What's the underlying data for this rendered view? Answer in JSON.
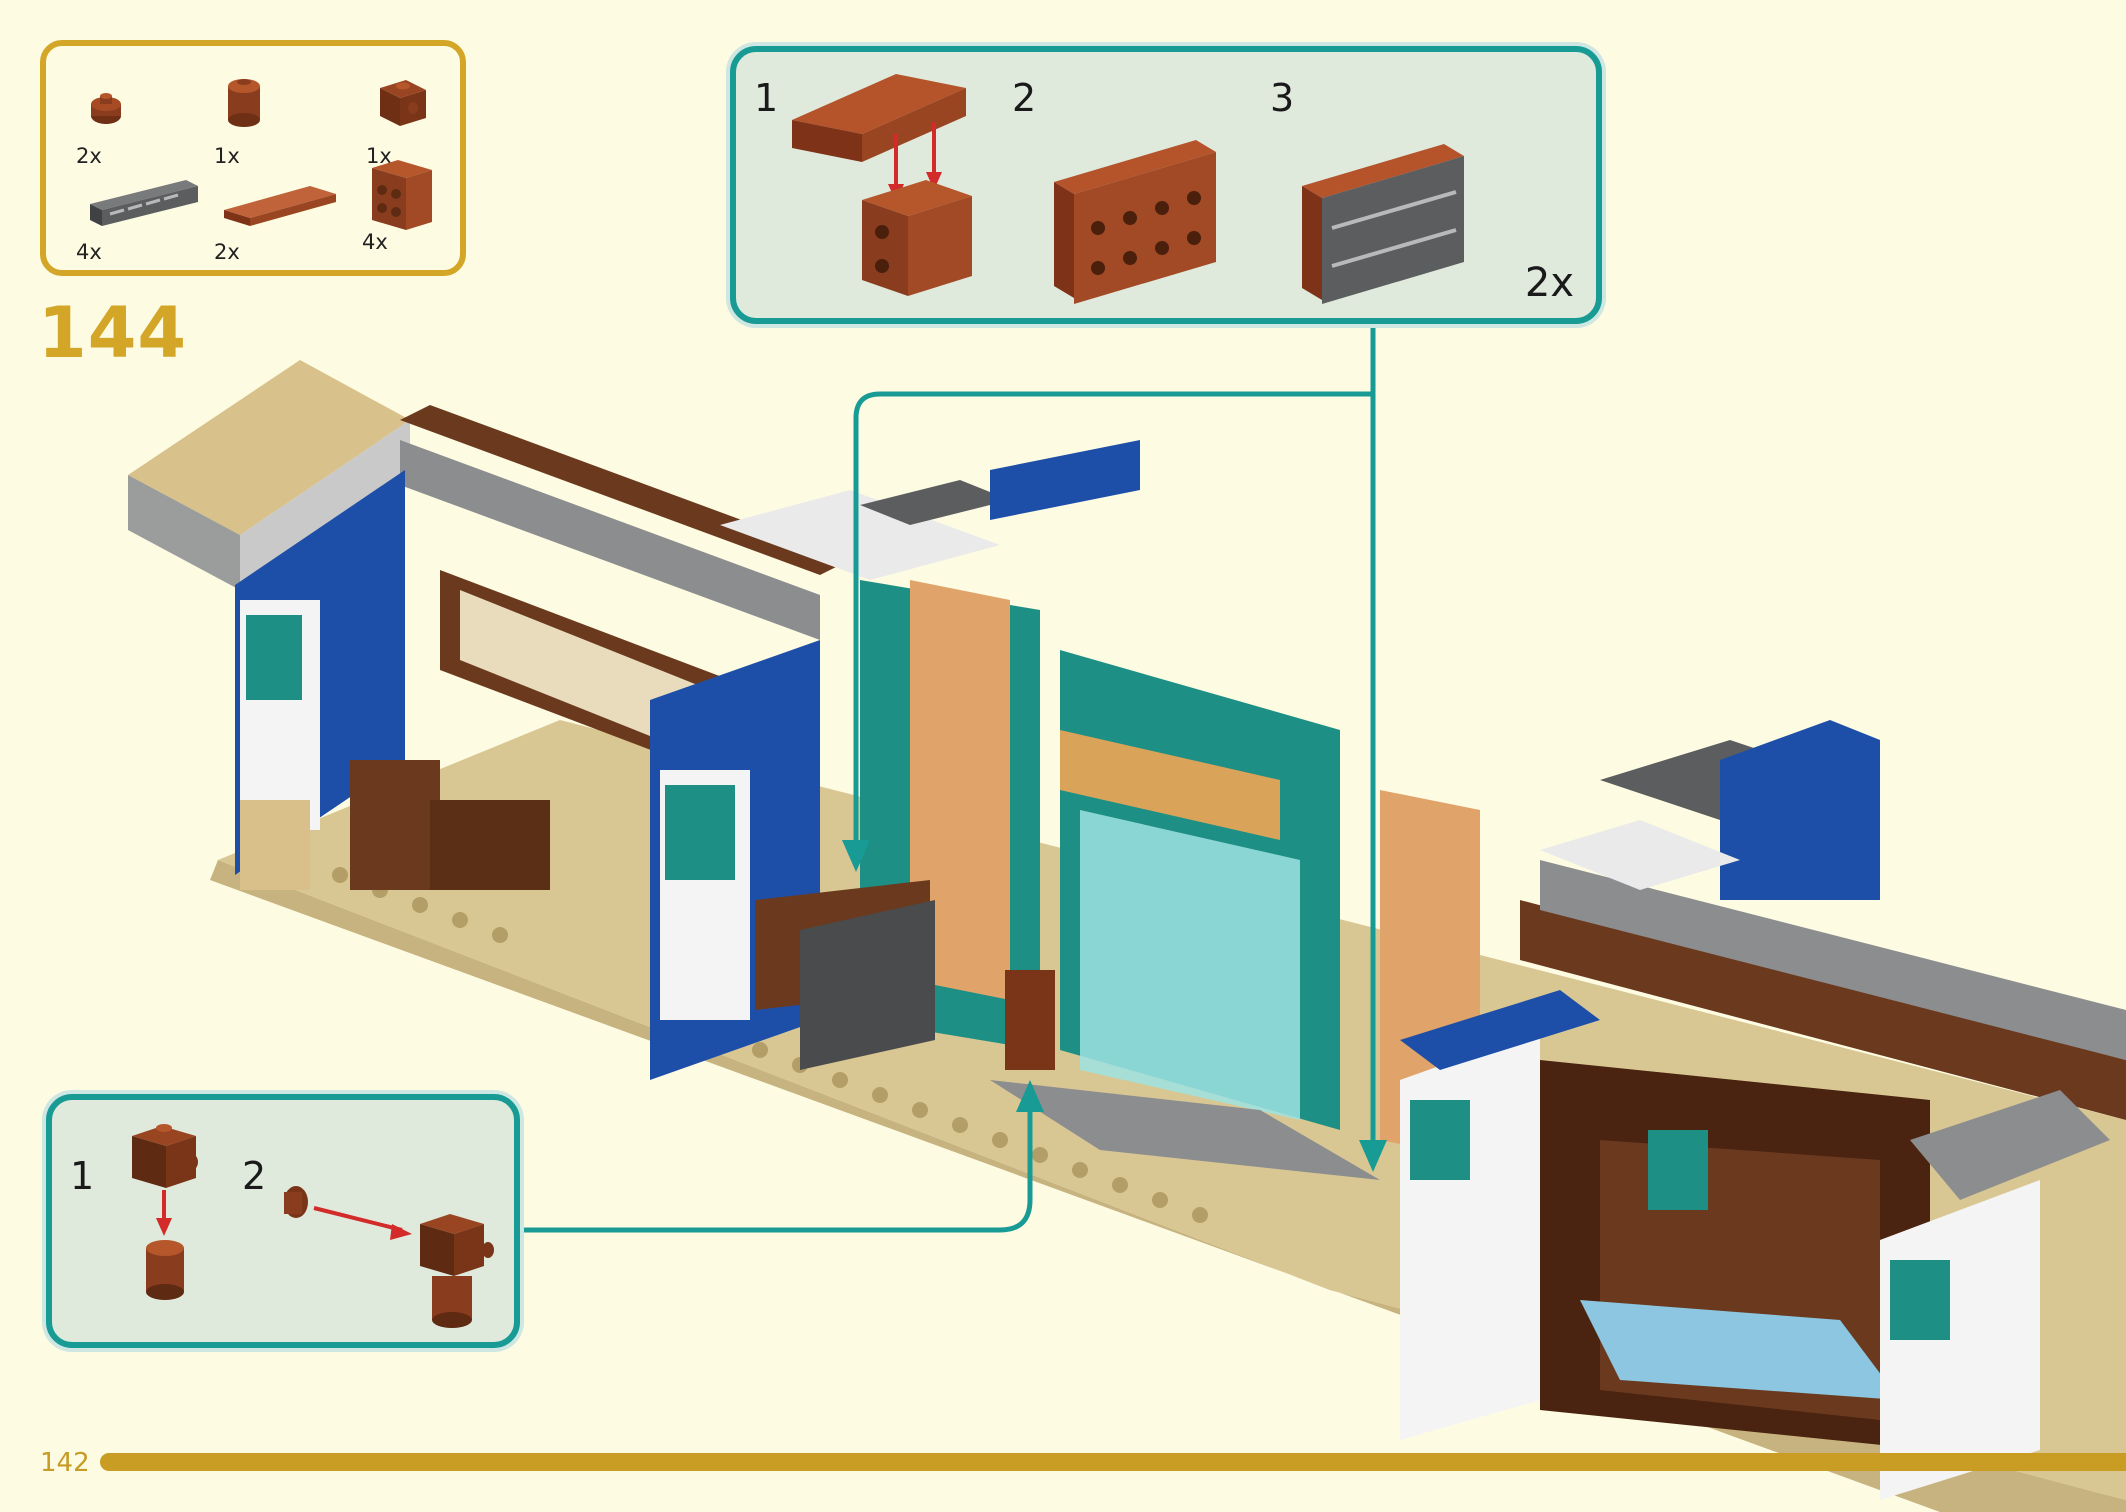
{
  "step": {
    "number": "144"
  },
  "page": {
    "number": "142"
  },
  "parts_list": {
    "items": [
      {
        "name": "round-plate-1x1",
        "qty": "2x",
        "color": "#8a3d1e"
      },
      {
        "name": "round-brick-1x1",
        "qty": "1x",
        "color": "#8a3d1e"
      },
      {
        "name": "brick-1x1-studs-sides",
        "qty": "1x",
        "color": "#7a3418"
      },
      {
        "name": "fence-1x4",
        "qty": "4x",
        "color": "#5b5d5f"
      },
      {
        "name": "tile-1x4",
        "qty": "2x",
        "color": "#b5532b"
      },
      {
        "name": "brick-2x2-studs-side",
        "qty": "4x",
        "color": "#a14a25"
      }
    ]
  },
  "callout_top": {
    "steps": [
      "1",
      "2",
      "3"
    ],
    "multiplier": "2x"
  },
  "callout_bottom": {
    "steps": [
      "1",
      "2"
    ]
  },
  "colors": {
    "accent_gold": "#d4a628",
    "callout_teal": "#199b95",
    "arrow_red": "#d32a2a",
    "page_bg": "#fdfbe2"
  }
}
